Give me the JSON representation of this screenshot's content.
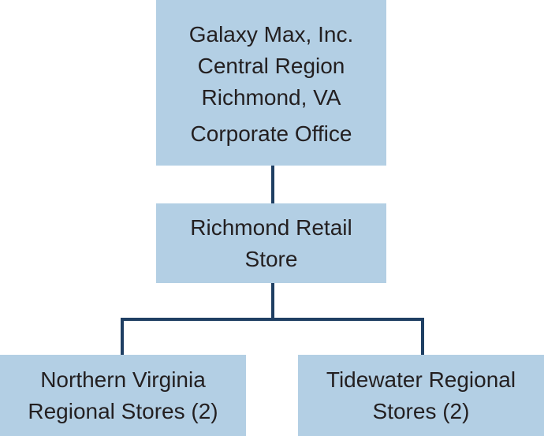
{
  "corporate_office": {
    "lines": [
      "Galaxy Max, Inc.",
      "Central Region",
      "Richmond, VA",
      "Corporate Office"
    ]
  },
  "retail_store": {
    "lines": [
      "Richmond Retail",
      "Store"
    ]
  },
  "northern_virginia": {
    "lines": [
      "Northern Virginia",
      "Regional Stores (2)"
    ]
  },
  "tidewater": {
    "lines": [
      "Tidewater Regional",
      "Stores (2)"
    ]
  },
  "colors": {
    "box_fill": "#b3cfe4",
    "connector": "#1f3f63",
    "text": "#231f20"
  }
}
